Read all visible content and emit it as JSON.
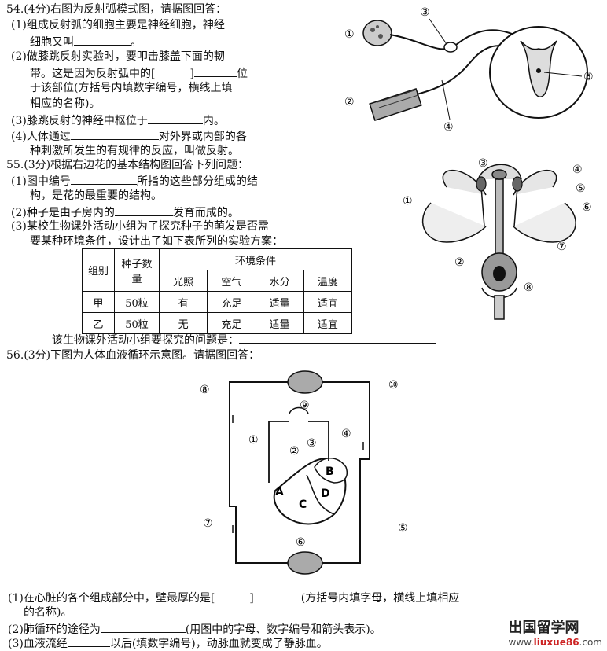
{
  "q54": {
    "title": "54.(4分)右图为反射弧模式图，请据图回答：",
    "p1a": "(1)组成反射弧的细胞主要是神经细胞，神经",
    "p1b": "细胞又叫",
    "p2a": "(2)做膝跳反射实验时，要叩击膝盖下面的韧",
    "p2b": "带。这是因为反射弧中的[",
    "p2b2": "]",
    "p2b3": "位",
    "p2c": "于该部位(方括号内填数字编号，横线上填",
    "p2d": "相应的名称)。",
    "p3": "(3)膝跳反射的神经中枢位于",
    "p3b": "内。",
    "p4a": "(4)人体通过",
    "p4b": "对外界或内部的各",
    "p4c": "种刺激所发生的有规律的反应，叫做反射。",
    "labels": [
      "①",
      "②",
      "③",
      "④",
      "⑤"
    ]
  },
  "q55": {
    "title": "55.(3分)根据右边花的基本结构图回答下列问题：",
    "p1a": "(1)图中编号",
    "p1b": "所指的这些部分组成的结",
    "p1c": "构，是花的最重要的结构。",
    "p2a": "(2)种子是由子房内的",
    "p2b": "发育而成的。",
    "p3a": "(3)某校生物课外活动小组为了探究种子的萌发是否需",
    "p3b": "要某种环境条件，设计出了如下表所列的实验方案：",
    "table": {
      "h_group": "组别",
      "h_seeds": "种子数量",
      "h_env": "环境条件",
      "h_sub": [
        "光照",
        "空气",
        "水分",
        "温度"
      ],
      "rows": [
        [
          "甲",
          "50粒",
          "有",
          "充足",
          "适量",
          "适宜"
        ],
        [
          "乙",
          "50粒",
          "无",
          "充足",
          "适量",
          "适宜"
        ]
      ]
    },
    "p4": "该生物课外活动小组要探究的问题是：",
    "labels": [
      "①",
      "②",
      "③",
      "④",
      "⑤",
      "⑥",
      "⑦",
      "⑧"
    ]
  },
  "q56": {
    "title": "56.(3分)下图为人体血液循环示意图。请据图回答：",
    "labels": [
      "⑧",
      "⑨",
      "⑩",
      "①",
      "②",
      "③",
      "④",
      "⑦",
      "⑤",
      "⑥",
      "A",
      "B",
      "C",
      "D"
    ],
    "p1a": "(1)在心脏的各个组成部分中，壁最厚的是[",
    "p1b": "]",
    "p1c": "(方括号内填字母，横线上填相应",
    "p1d": "的名称)。",
    "p2a": "(2)肺循环的途径为",
    "p2b": "(用图中的字母、数字编号和箭头表示)。",
    "p3a": "(3)血液流经",
    "p3b": "以后(填数字编号)，动脉血就变成了静脉血。"
  },
  "footer": {
    "site": "出国留学网",
    "url_a": "www.",
    "url_b": "liuxue86",
    "url_c": ".com"
  }
}
